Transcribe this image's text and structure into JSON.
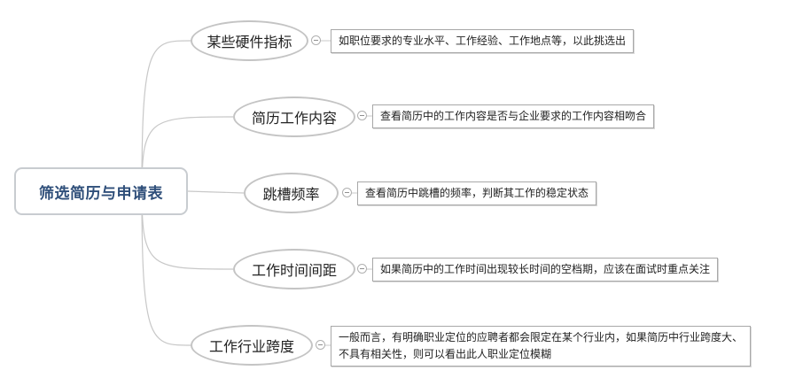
{
  "root": {
    "label": "筛选简历与申请表"
  },
  "branches": [
    {
      "label": "某些硬件指标",
      "note": [
        "如职位要求的专业水平、工作经验、工作地点等，以此挑选出"
      ]
    },
    {
      "label": "简历工作内容",
      "note": [
        "查看简历中的工作内容是否与企业要求的工作内容相吻合"
      ]
    },
    {
      "label": "跳槽频率",
      "note": [
        "查看简历中跳槽的频率，判断其工作的稳定状态"
      ]
    },
    {
      "label": "工作时间间距",
      "note": [
        "如果简历中的工作时间出现较长时间的空档期，应该在面试时重点关注"
      ]
    },
    {
      "label": "工作行业跨度",
      "note": [
        "一般而言，有明确职业定位的应聘者都会限定在某个行业内，如果简历中行业跨度大、",
        "不具有相关性，则可以看出此人职业定位模糊"
      ]
    }
  ],
  "colors": {
    "root_text": "#2f4f7a",
    "connector": "#c8c8c8",
    "border": "#c4c4c4"
  }
}
